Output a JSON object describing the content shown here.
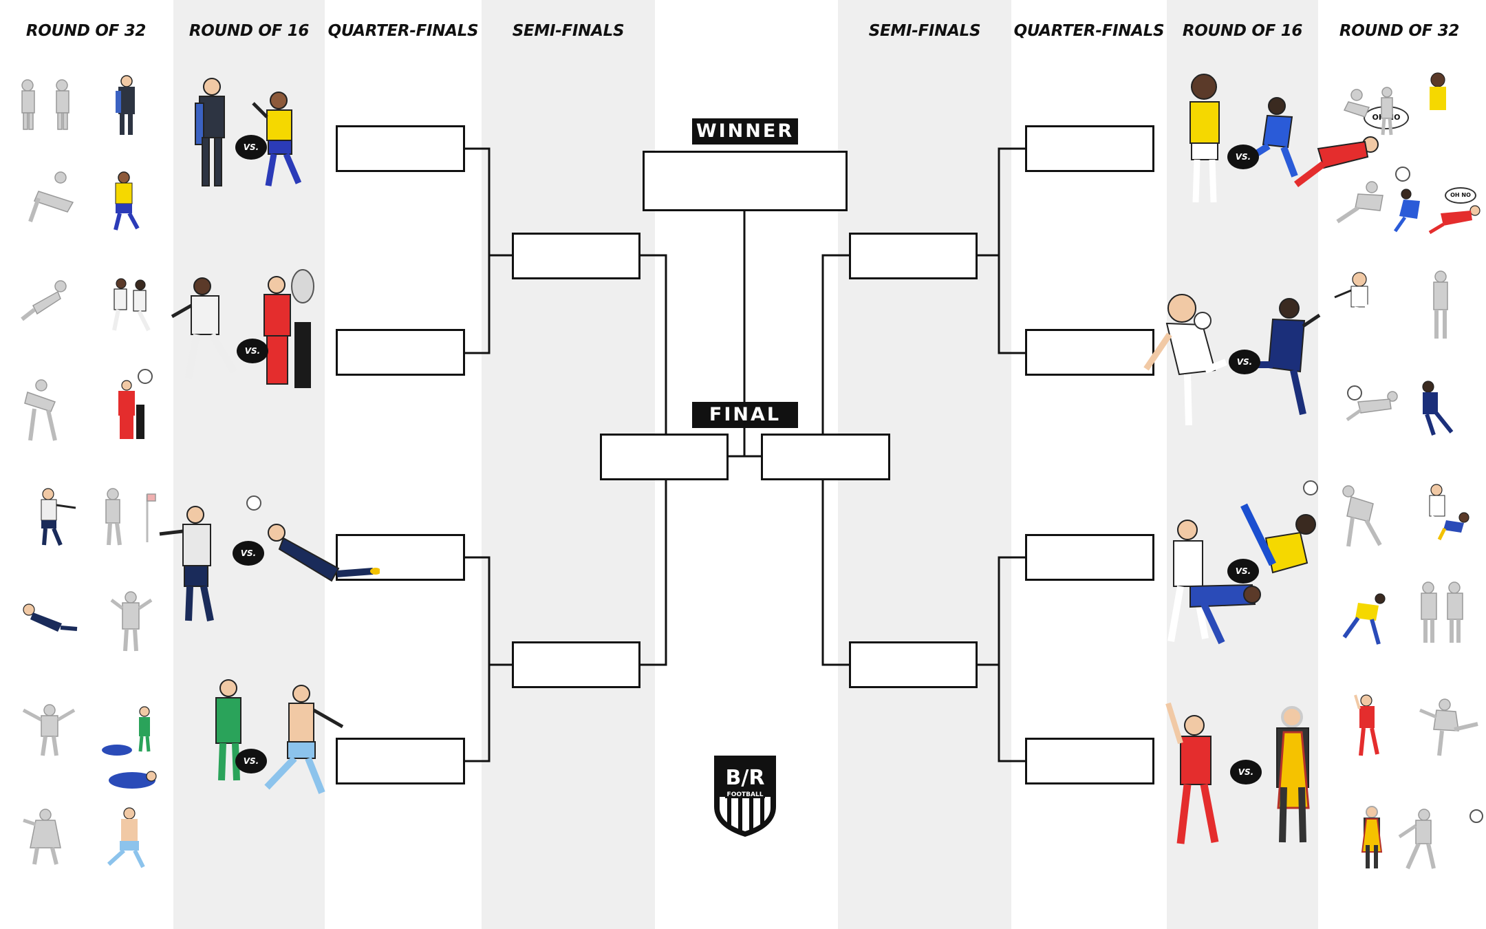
{
  "headers": {
    "left_r32": "ROUND OF 32",
    "left_r16": "ROUND OF 16",
    "left_qf": "QUARTER-FINALS",
    "left_sf": "SEMI-FINALS",
    "right_sf": "SEMI-FINALS",
    "right_qf": "QUARTER-FINALS",
    "right_r16": "ROUND OF 16",
    "right_r32": "ROUND OF 32"
  },
  "labels": {
    "winner": "WINNER",
    "final": "FINAL",
    "vs": "VS.",
    "oh_no": "OH NO"
  },
  "logo": {
    "top": "B/R",
    "bottom": "FOOTBALL"
  },
  "colors": {
    "band": "#efefef",
    "ink": "#111111",
    "ghost": "#bdbdbd"
  },
  "icons": {
    "player": "player-illustration",
    "ball": "football-icon",
    "trophy": "trophy-icon",
    "logo": "br-football-logo"
  }
}
